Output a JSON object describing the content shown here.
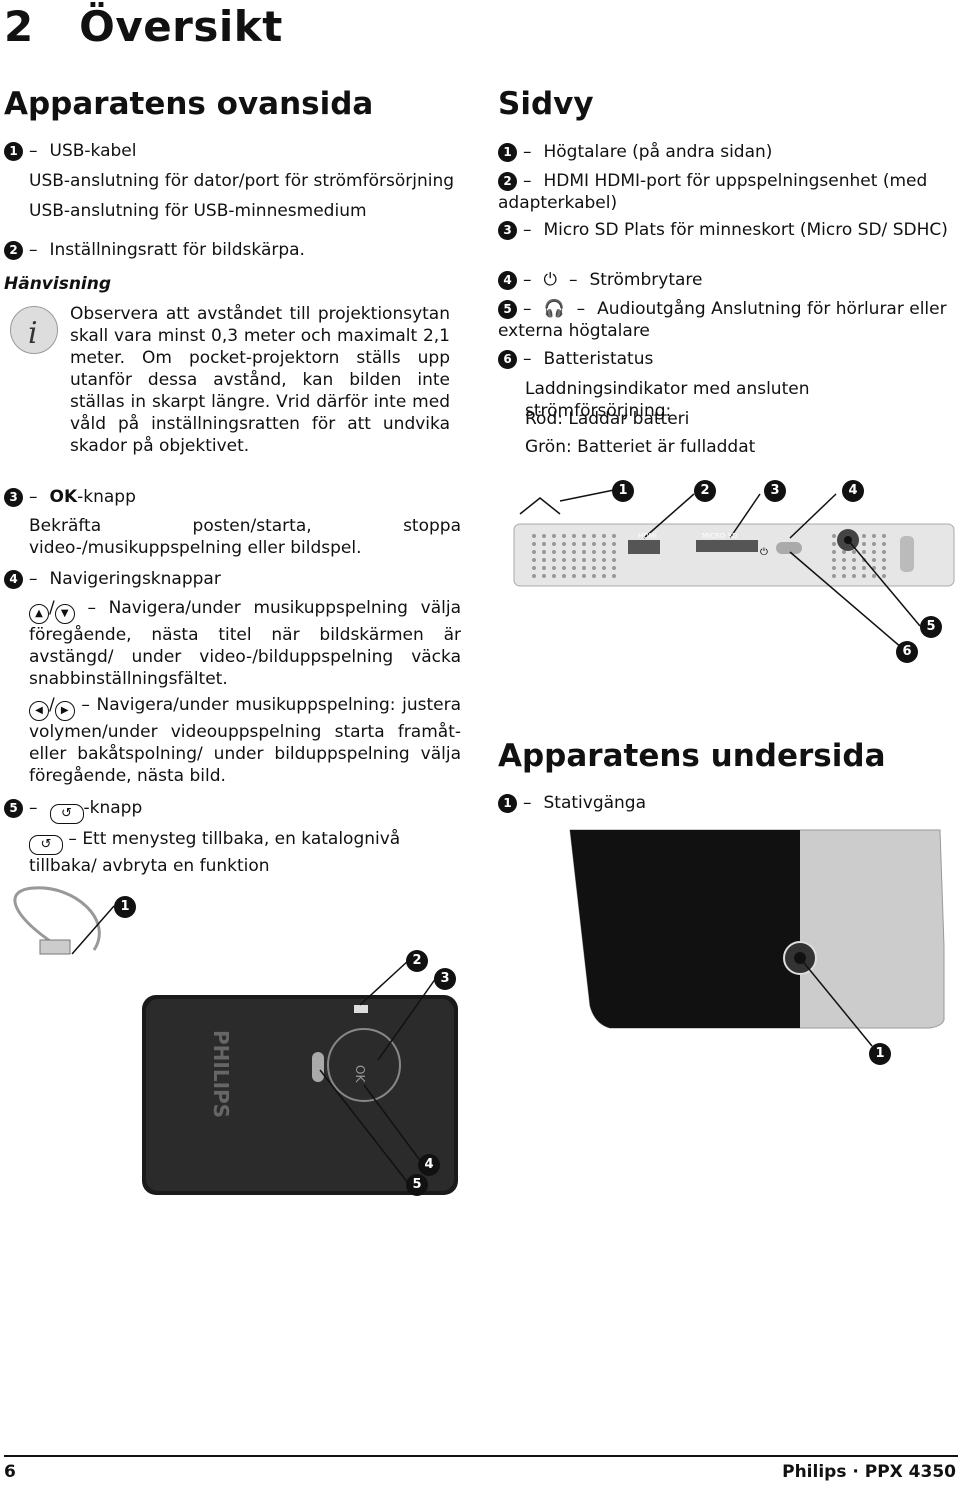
{
  "chapter": {
    "number": "2",
    "title": "Översikt"
  },
  "left": {
    "heading": "Apparatens ovansida",
    "item1": {
      "num": "1",
      "label": "USB-kabel",
      "line1": "USB-anslutning för dator/port för strömförsörjning",
      "line2": "USB-anslutning för USB-minnesmedium"
    },
    "item2": {
      "num": "2",
      "label": "Inställningsratt för bildskärpa."
    },
    "note_heading": "Hänvisning",
    "note_text": "Observera att avståndet till projektionsytan skall vara minst 0,3 meter och maximalt 2,1 meter. Om pocket-projektorn ställs upp utanför dessa avstånd, kan bilden inte ställas in skarpt längre. Vrid därför inte med våld på inställningsratten för att undvika skador på objektivet.",
    "item3": {
      "num": "3",
      "bold": "OK",
      "label": "-knapp",
      "desc": "Bekräfta posten/starta, stoppa video-/musikuppspelning eller bildspel."
    },
    "item4": {
      "num": "4",
      "label": "Navigeringsknappar",
      "ud_text": "Navigera/under musikuppspelning välja föregående, nästa titel när bildskärmen är avstängd/ under video-/bilduppspelning väcka snabbinställningsfältet.",
      "lr_text": "Navigera/under musikuppspelning: justera volymen/under videouppspelning starta framåt- eller bakåtspolning/ under bilduppspelning välja föregående, nästa bild."
    },
    "item5": {
      "num": "5",
      "label": "-knapp",
      "desc": "Ett menysteg tillbaka, en katalognivå tillbaka/ avbryta en funktion"
    }
  },
  "right": {
    "heading": "Sidvy",
    "items": [
      {
        "num": "1",
        "text": "Högtalare (på andra sidan)"
      },
      {
        "num": "2",
        "text": "HDMI   HDMI-port för uppspelningsenhet (med adapterkabel)"
      },
      {
        "num": "3",
        "text": "Micro SD   Plats för minneskort (Micro SD/ SDHC)"
      },
      {
        "num": "4",
        "text": "Strömbrytare"
      },
      {
        "num": "5",
        "text": "Audioutgång   Anslutning för hörlurar eller externa högtalare"
      },
      {
        "num": "6",
        "text": "Batteristatus"
      }
    ],
    "battery": {
      "line1": "Laddningsindikator med ansluten strömförsörjning:",
      "line2": "Röd: Laddar batteri",
      "line3": "Grön: Batteriet är fulladdat"
    },
    "side_labels": {
      "hdmi": "HDMI",
      "microsd": "MICRO SD"
    },
    "bottom_heading": "Apparatens undersida",
    "bottom_item": {
      "num": "1",
      "text": "Stativgänga"
    }
  },
  "top_image": {
    "brand": "PHILIPS",
    "ok": "OK"
  },
  "callouts": [
    "1",
    "2",
    "3",
    "4",
    "5",
    "6"
  ],
  "footer": {
    "page": "6",
    "product": "Philips · PPX 4350"
  }
}
